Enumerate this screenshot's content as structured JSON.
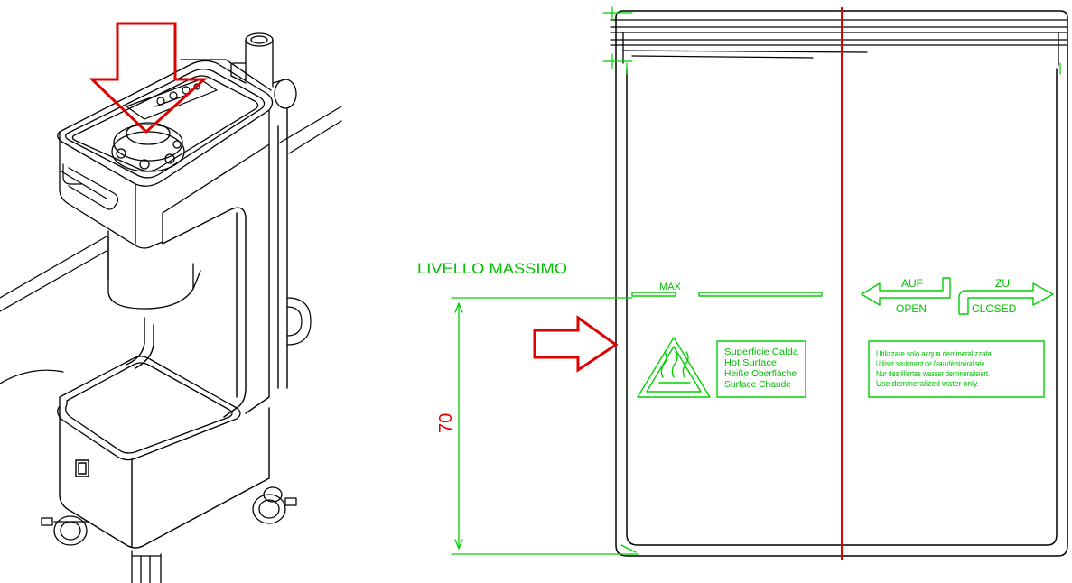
{
  "colors": {
    "line": "#000000",
    "annotation": "#00d000",
    "highlight": "#e00000",
    "background": "#ffffff"
  },
  "labels": {
    "max_level": "LIVELLO MASSIMO",
    "max": "MAX",
    "dimension": "70",
    "open_top": "AUF",
    "open_bottom": "OPEN",
    "closed_top": "ZU",
    "closed_bottom": "CLOSED"
  },
  "warning_box": {
    "lines": [
      "Superficie Calda",
      "Hot Surface",
      "Heiße Oberfläche",
      "Surface Chaude"
    ]
  },
  "water_box": {
    "lines": [
      "Utilizzare solo acqua demineralizzata.",
      "Utiliser seulement de l'eau déminéralisée.",
      "Nur destilliertes wasser demineralisiert.",
      "Use demineralized water only."
    ]
  },
  "icons": {
    "arrow_down": "arrow-down-icon",
    "arrow_right": "arrow-right-icon",
    "hot_surface": "hot-surface-warning-icon"
  }
}
